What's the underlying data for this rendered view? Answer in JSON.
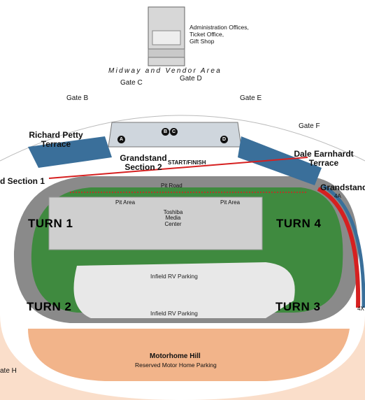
{
  "admin": {
    "line1": "Administration Offices,",
    "line2": "Ticket Office,",
    "line3": "Gift  Shop"
  },
  "midway": "Midway and Vendor Area",
  "gates": {
    "b": "Gate B",
    "c": "Gate C",
    "d": "Gate D",
    "e": "Gate E",
    "f": "Gate F",
    "h": "ate H"
  },
  "sections": {
    "richard_petty": "Richard Petty Terrace",
    "grandstand_2": "Grandstand Section 2",
    "grandstand_1": "d Section 1",
    "dale_earnhardt": "Dale Earnhardt Terrace",
    "grandstand_4": "Grandstand",
    "grandstand_4_code": "4A",
    "grandstand_4x": "4X"
  },
  "markers": {
    "a": "A",
    "b": "B",
    "c": "C",
    "d": "D"
  },
  "start_finish": "START/FINISH",
  "pit_road": "Pit Road",
  "pit_area_left": "Pit Area",
  "pit_area_right": "Pit Area",
  "media_center": "Toshiba Media Center",
  "turns": {
    "t1": "TURN 1",
    "t2": "TURN 2",
    "t3": "TURN 3",
    "t4": "TURN 4"
  },
  "infield_upper": "Infield RV Parking",
  "infield_lower": "Infield RV Parking",
  "motorhome_hill": "Motorhome Hill",
  "reserved": "Reserved Motor Home Parking",
  "colors": {
    "track": "#8a8a8a",
    "grass": "#3f8a3f",
    "infield": "#8fc98f",
    "hill": "#f2b48a",
    "stands": "#3a6f9a",
    "red": "#d62020"
  }
}
